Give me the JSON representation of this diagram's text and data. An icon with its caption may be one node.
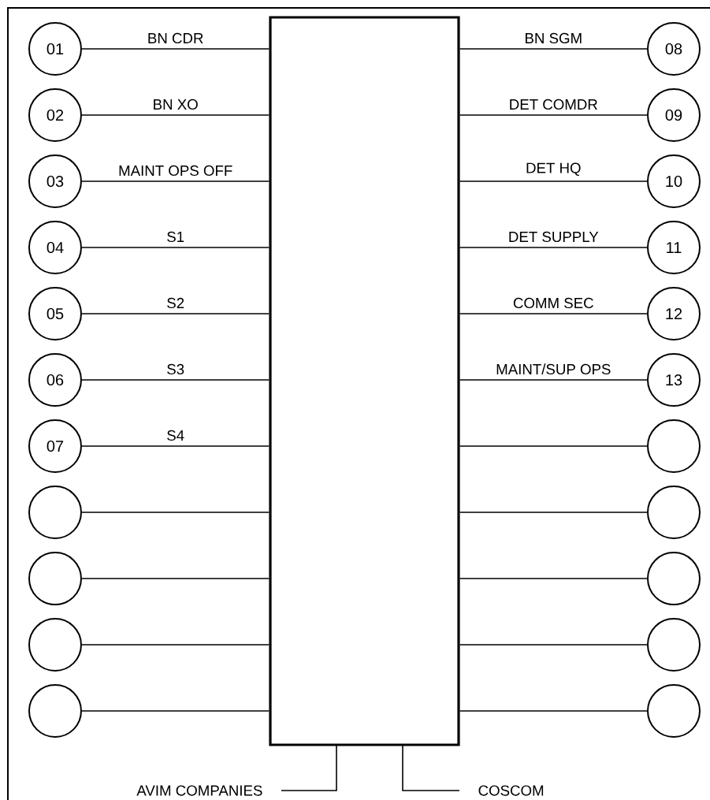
{
  "diagram": {
    "nodes": [
      {
        "text": [],
        "shape": "box"
      },
      {
        "text": [
          "01"
        ]
      },
      {
        "text": [
          "02"
        ]
      },
      {
        "text": [
          "03"
        ]
      },
      {
        "text": [
          "04"
        ]
      },
      {
        "text": [
          "05"
        ]
      },
      {
        "text": [
          "06"
        ]
      },
      {
        "text": [
          "07"
        ]
      },
      {
        "text": [],
        "shape": "circle"
      },
      {
        "text": [],
        "shape": "circle"
      },
      {
        "text": [],
        "shape": "circle"
      },
      {
        "text": [],
        "shape": "circle"
      },
      {
        "text": [
          "08"
        ]
      },
      {
        "text": [
          "09"
        ]
      },
      {
        "text": [
          "10"
        ]
      },
      {
        "text": [
          "11"
        ]
      },
      {
        "text": [
          "12"
        ]
      },
      {
        "text": [
          "13"
        ]
      },
      {
        "text": [],
        "shape": "circle"
      },
      {
        "text": [],
        "shape": "circle"
      },
      {
        "text": [],
        "shape": "circle"
      },
      {
        "text": [],
        "shape": "circle"
      },
      {
        "text": [],
        "shape": "circle"
      },
      {
        "text": [
          "AVIM COMPANIES"
        ]
      },
      {
        "text": [
          "COSCOM"
        ]
      }
    ],
    "edges": [
      {
        "from": 1,
        "to": 0,
        "arrow": "none",
        "label": "BN CDR"
      },
      {
        "from": 2,
        "to": 0,
        "arrow": "none",
        "label": "BN XO"
      },
      {
        "from": 3,
        "to": 0,
        "arrow": "none",
        "label": "MAINT OPS OFF"
      },
      {
        "from": 4,
        "to": 0,
        "arrow": "none",
        "label": "S1"
      },
      {
        "from": 5,
        "to": 0,
        "arrow": "none",
        "label": "S2"
      },
      {
        "from": 6,
        "to": 0,
        "arrow": "none",
        "label": "S3"
      },
      {
        "from": 7,
        "to": 0,
        "arrow": "none",
        "label": "S4"
      },
      {
        "from": 8,
        "to": 0,
        "arrow": "none"
      },
      {
        "from": 9,
        "to": 0,
        "arrow": "none"
      },
      {
        "from": 10,
        "to": 0,
        "arrow": "none"
      },
      {
        "from": 11,
        "to": 0,
        "arrow": "none"
      },
      {
        "from": 12,
        "to": 0,
        "arrow": "none",
        "label": "BN SGM"
      },
      {
        "from": 13,
        "to": 0,
        "arrow": "none",
        "label": "DET COMDR"
      },
      {
        "from": 14,
        "to": 0,
        "arrow": "none",
        "label": "DET HQ"
      },
      {
        "from": 15,
        "to": 0,
        "arrow": "none",
        "label": "DET SUPPLY"
      },
      {
        "from": 16,
        "to": 0,
        "arrow": "none",
        "label": "COMM SEC"
      },
      {
        "from": 17,
        "to": 0,
        "arrow": "none",
        "label": "MAINT/SUP OPS"
      },
      {
        "from": 18,
        "to": 0,
        "arrow": "none"
      },
      {
        "from": 19,
        "to": 0,
        "arrow": "none"
      },
      {
        "from": 20,
        "to": 0,
        "arrow": "none"
      },
      {
        "from": 21,
        "to": 0,
        "arrow": "none"
      },
      {
        "from": 22,
        "to": 0,
        "arrow": "none"
      },
      {
        "from": 0,
        "to": 23,
        "arrow": "none"
      },
      {
        "from": 0,
        "to": 24,
        "arrow": "none"
      }
    ]
  }
}
